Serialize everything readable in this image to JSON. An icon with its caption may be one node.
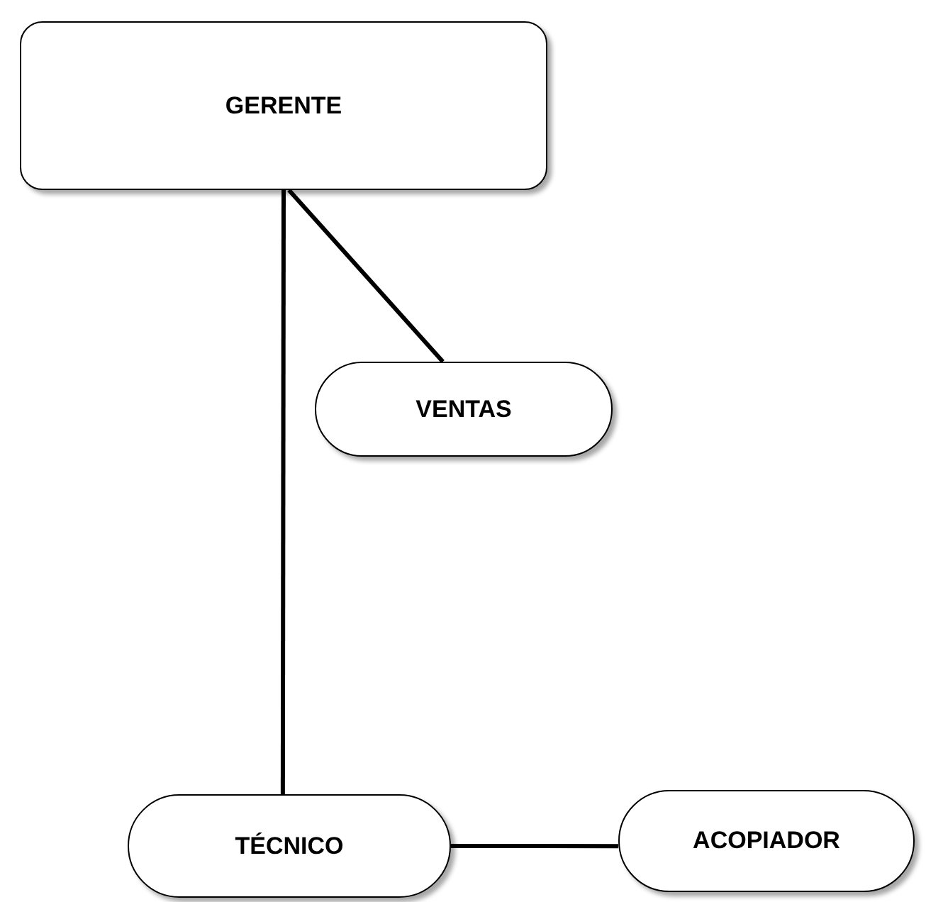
{
  "diagram": {
    "nodes": [
      {
        "text": [
          "GERENTE"
        ]
      },
      {
        "text": [
          "VENTAS"
        ]
      },
      {
        "text": [
          "TÉCNICO"
        ]
      },
      {
        "text": [
          "ACOPIADOR"
        ]
      }
    ],
    "edges": [
      {
        "from": 0,
        "to": 2,
        "arrow": "none"
      },
      {
        "from": 0,
        "to": 1,
        "arrow": "none"
      },
      {
        "from": 2,
        "to": 3,
        "arrow": "none"
      }
    ]
  }
}
